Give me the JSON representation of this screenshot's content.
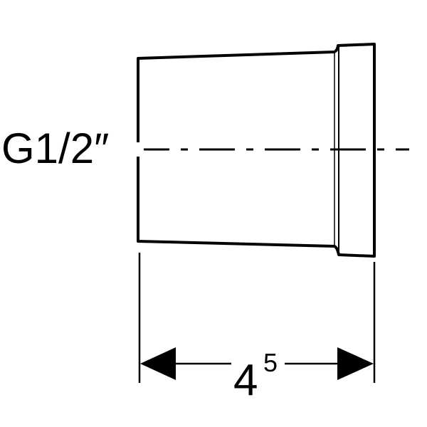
{
  "thread_label": "G1/2″",
  "dimension": {
    "value": "4",
    "superscript": "5"
  },
  "colors": {
    "line": "#000000",
    "background": "#ffffff"
  }
}
